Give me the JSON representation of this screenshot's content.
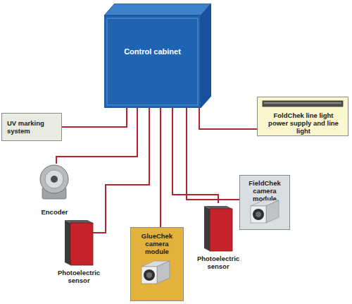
{
  "diagram": {
    "nodes": [
      {
        "text": [
          "Control cabinet"
        ]
      },
      {
        "text": [
          "UV marking system"
        ]
      },
      {
        "text": [
          "FoldChek line light power supply and line light"
        ]
      },
      {
        "text": [
          "Encoder"
        ]
      },
      {
        "text": [
          "FieldChek camera module"
        ]
      },
      {
        "text": [
          "Photoelectric sensor"
        ]
      },
      {
        "text": [
          "Photoelectric sensor"
        ]
      },
      {
        "text": [
          "GlueChek camera module"
        ]
      }
    ],
    "edges": [
      {
        "from": 0,
        "to": 1,
        "arrow": "none"
      },
      {
        "from": 0,
        "to": 2,
        "arrow": "none"
      },
      {
        "from": 0,
        "to": 3,
        "arrow": "none"
      },
      {
        "from": 0,
        "to": 4,
        "arrow": "none"
      },
      {
        "from": 0,
        "to": 5,
        "arrow": "none"
      },
      {
        "from": 0,
        "to": 6,
        "arrow": "none"
      },
      {
        "from": 0,
        "to": 7,
        "arrow": "none"
      }
    ]
  }
}
